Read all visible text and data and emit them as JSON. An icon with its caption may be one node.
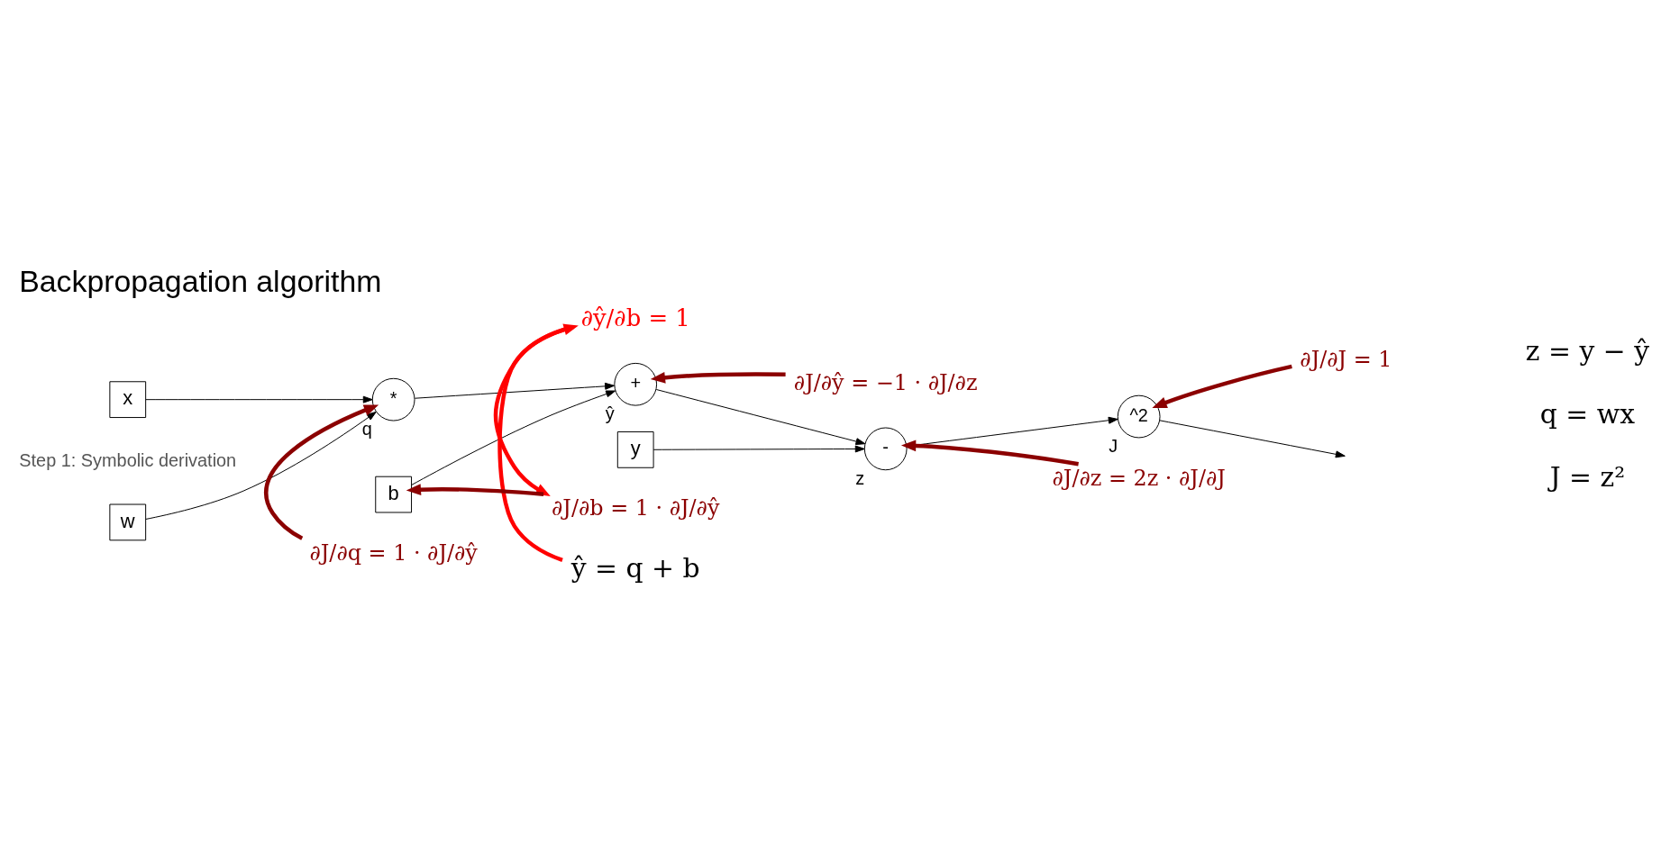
{
  "diagram": {
    "title": "Backpropagation algorithm",
    "nodes": [
      {
        "text": [
          "w"
        ]
      },
      {
        "text": [
          "x"
        ]
      },
      {
        "text": [
          "*"
        ],
        "beside": [
          "q"
        ]
      },
      {
        "text": [
          "y"
        ]
      },
      {
        "text": [
          "b"
        ]
      },
      {
        "text": [
          "+"
        ],
        "beside": [
          "ŷ"
        ]
      },
      {
        "text": [
          "-"
        ],
        "beside": [
          "z"
        ]
      },
      {
        "text": [
          "^2"
        ],
        "beside": [
          "J"
        ]
      },
      {
        "text": [
          "∂ŷ/∂b = 1"
        ]
      },
      {
        "text": [
          "ŷ = q + b"
        ]
      },
      {
        "text": [
          "∂J/∂q = 1 · ∂J/∂ŷ"
        ]
      },
      {
        "text": [
          "∂J/∂J = 1"
        ]
      },
      {
        "text": [
          "∂J/∂z = 2z · ∂J/∂J"
        ]
      },
      {
        "text": [
          "∂J/∂b = 1 · ∂J/∂ŷ"
        ]
      },
      {
        "text": [
          "∂J/∂ŷ = −1 · ∂J/∂z"
        ]
      }
    ],
    "edges": [
      {
        "from": 0,
        "to": 2,
        "arrow": "to"
      },
      {
        "from": 1,
        "to": 2,
        "arrow": "to"
      },
      {
        "from": 2,
        "to": 5,
        "arrow": "to"
      },
      {
        "from": 4,
        "to": 5,
        "arrow": "to"
      },
      {
        "from": 3,
        "to": 6,
        "arrow": "to"
      },
      {
        "from": 5,
        "to": 6,
        "arrow": "to"
      },
      {
        "from": 6,
        "to": 7,
        "arrow": "to"
      },
      {
        "from": 7,
        "to": null,
        "arrow": "to"
      },
      {
        "from": 9,
        "to": 8,
        "arrow": "to",
        "style": "thick",
        "color": "#ff0000"
      },
      {
        "from": 8,
        "to": 13,
        "arrow": "to",
        "style": "thick",
        "color": "#ff0000"
      },
      {
        "from": 10,
        "to": 2,
        "arrow": "to",
        "style": "thick",
        "color": "#8b0000"
      },
      {
        "from": 11,
        "to": 7,
        "arrow": "to",
        "style": "thick",
        "color": "#8b0000"
      },
      {
        "from": 12,
        "to": 6,
        "arrow": "to",
        "style": "thick",
        "color": "#8b0000"
      },
      {
        "from": 14,
        "to": 5,
        "arrow": "to",
        "style": "thick",
        "color": "#8b0000"
      },
      {
        "from": 13,
        "to": 4,
        "arrow": "to",
        "style": "thick",
        "color": "#8b0000"
      }
    ],
    "labels": [
      "Step 1: Symbolic derivation",
      "q = wx",
      "z = y − ŷ",
      "J = z²"
    ]
  }
}
